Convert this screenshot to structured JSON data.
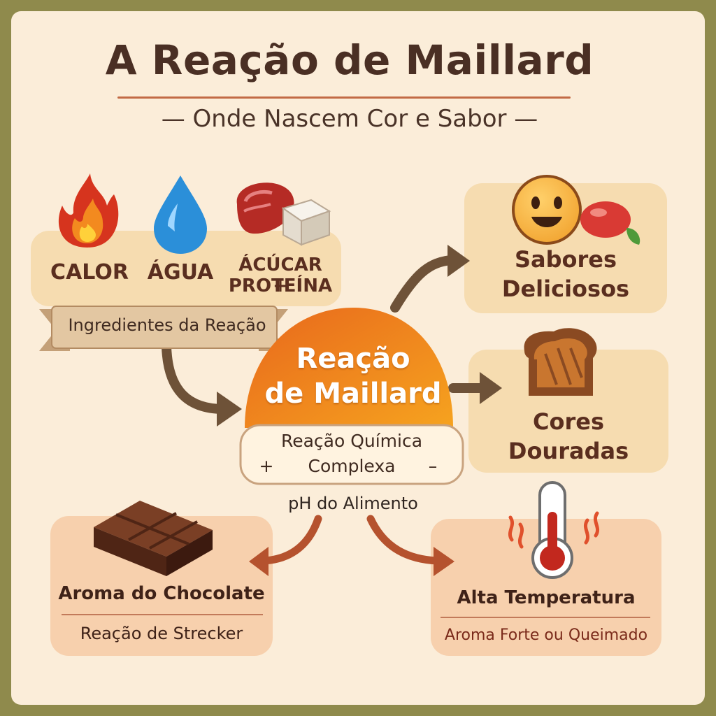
{
  "header": {
    "title": "A Reação de Maillard",
    "subtitle": "— Onde Nascem Cor e Sabor —"
  },
  "ingredients": {
    "items": [
      {
        "label": "CALOR",
        "icon": "fire-icon"
      },
      {
        "label": "ÁGUA",
        "icon": "water-drop-icon"
      },
      {
        "label": "ÁCÚCAR +",
        "label2": "PROTEÍNA",
        "icon": "meat-sugar-icon"
      }
    ],
    "ribbon_label": "Ingredientes da Reação"
  },
  "center": {
    "title_line1": "Reação",
    "title_line2": "de Maillard",
    "pill_line1": "Reação Química",
    "pill_line2": "Complexa",
    "plus_sign": "+",
    "minus_sign": "–",
    "ph_label": "pH do Alimento"
  },
  "outcomes": {
    "flavors": {
      "line1": "Sabores",
      "line2": "Deliciosos"
    },
    "colors": {
      "line1": "Cores",
      "line2": "Douradas"
    },
    "chocolate": {
      "title": "Aroma do Chocolate",
      "subtitle": "Reação de Strecker"
    },
    "temperature": {
      "title": "Alta Temperatura",
      "subtitle": "Aroma Forte ou Queimado"
    }
  },
  "palette": {
    "background": "#fbedd9",
    "frame": "#8f8a4c",
    "accent_orange": "#f08a1c",
    "panel_yellow": "#f6dcb0",
    "panel_peach": "#f7d0ad",
    "arrow_brown": "#6e5238",
    "arrow_rust": "#b5522e",
    "text_dark": "#5a2e1f"
  }
}
